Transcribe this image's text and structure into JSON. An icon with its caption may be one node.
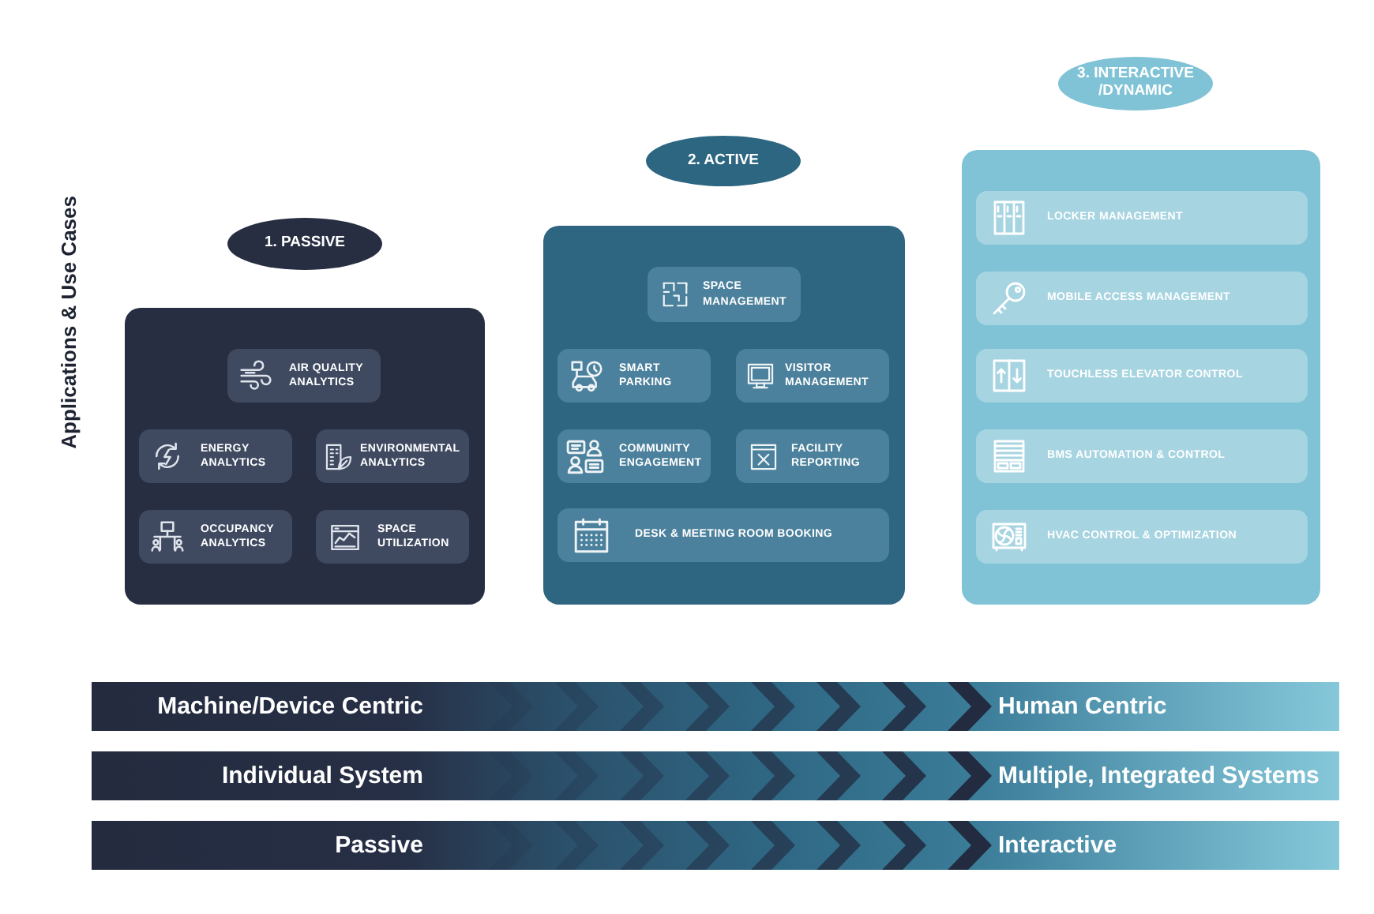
{
  "diagram": {
    "nodes": [
      {
        "text": [
          "1. PASSIVE"
        ]
      },
      {
        "text": [],
        "shape": "box"
      },
      {
        "text": [
          "AIR QUALITY ANALYTICS"
        ],
        "in": 1
      },
      {
        "text": [
          "ENERGY ANALYTICS"
        ],
        "in": 1
      },
      {
        "text": [
          "ENVIRONMENTAL ANALYTICS"
        ],
        "in": 1
      },
      {
        "text": [
          "OCCUPANCY ANALYTICS"
        ],
        "in": 1
      },
      {
        "text": [
          "SPACE UTILIZATION"
        ],
        "in": 1
      },
      {
        "text": [
          "2. ACTIVE"
        ]
      },
      {
        "text": [],
        "shape": "box"
      },
      {
        "text": [
          "SPACE MANAGEMENT"
        ],
        "in": 8
      },
      {
        "text": [
          "SMART PARKING"
        ],
        "in": 8
      },
      {
        "text": [
          "VISITOR MANAGEMENT"
        ],
        "in": 8
      },
      {
        "text": [
          "COMMUNITY ENGAGEMENT"
        ],
        "in": 8
      },
      {
        "text": [
          "FACILITY REPORTING"
        ],
        "in": 8
      },
      {
        "text": [
          "DESK & MEETING ROOM BOOKING"
        ],
        "in": 8
      },
      {
        "text": [
          "3. INTERACTIVE /DYNAMIC"
        ]
      },
      {
        "text": [],
        "shape": "box"
      },
      {
        "text": [
          "LOCKER MANAGEMENT"
        ],
        "in": 16
      },
      {
        "text": [
          "MOBILE ACCESS MANAGEMENT"
        ],
        "in": 16
      },
      {
        "text": [
          "TOUCHLESS ELEVATOR CONTROL"
        ],
        "in": 16
      },
      {
        "text": [
          "BMS AUTOMATION & CONTROL"
        ],
        "in": 16
      },
      {
        "text": [
          "HVAC CONTROL & OPTIMIZATION"
        ],
        "in": 16
      },
      {
        "text": [
          "Machine/Device Centric",
          "Human Centric"
        ]
      },
      {
        "text": [
          "Individual System",
          "Multiple, Integrated Systems"
        ]
      },
      {
        "text": [
          "Passive",
          "Interactive"
        ]
      }
    ],
    "labels": [
      "Applications & Use Cases"
    ]
  }
}
